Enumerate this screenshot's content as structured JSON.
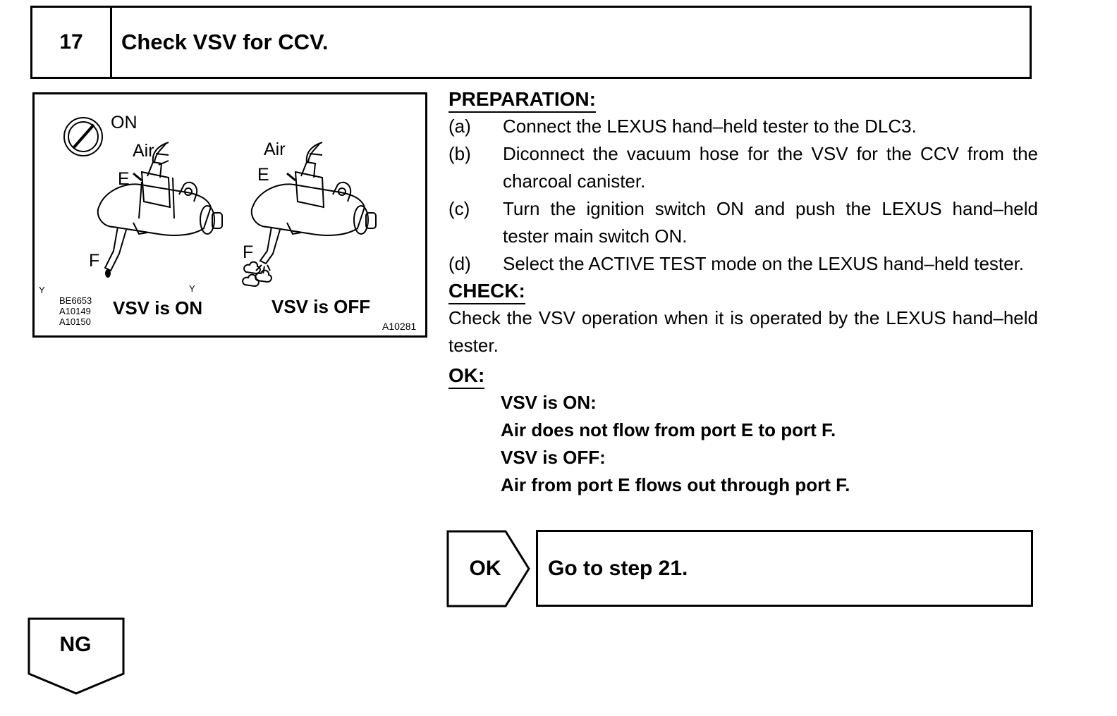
{
  "step": {
    "number": "17",
    "title": "Check VSV for CCV."
  },
  "figure": {
    "ignition_label": "ON",
    "left": {
      "air_label": "Air",
      "port_e": "E",
      "port_f": "F",
      "caption": "VSV is ON",
      "mark": "Y"
    },
    "right": {
      "air_label": "Air",
      "port_e": "E",
      "port_f": "F",
      "caption": "VSV is OFF",
      "mark": "Y"
    },
    "codes": [
      "BE6653",
      "A10149",
      "A10150"
    ],
    "ref_code": "A10281",
    "icon": "ignition-switch-icon"
  },
  "preparation": {
    "heading": "PREPARATION:",
    "items": [
      {
        "label": "(a)",
        "text": "Connect the LEXUS hand–held tester to the DLC3."
      },
      {
        "label": "(b)",
        "text": "Diconnect the vacuum hose for the VSV for the CCV from the charcoal canister."
      },
      {
        "label": "(c)",
        "text": "Turn the ignition switch ON and push the LEXUS hand–held tester main switch ON."
      },
      {
        "label": "(d)",
        "text": "Select the ACTIVE TEST mode on the LEXUS hand–held tester."
      }
    ]
  },
  "check": {
    "heading": "CHECK:",
    "text": "Check the VSV operation when it is operated by the LEXUS hand–held tester."
  },
  "ok": {
    "heading": "OK:",
    "lines": [
      "VSV is ON:",
      "Air does not flow from port E to port F.",
      "VSV is OFF:",
      "Air from port E flows out through port F."
    ]
  },
  "results": {
    "ok_label": "OK",
    "ok_text": "Go to step 21.",
    "ng_label": "NG"
  }
}
